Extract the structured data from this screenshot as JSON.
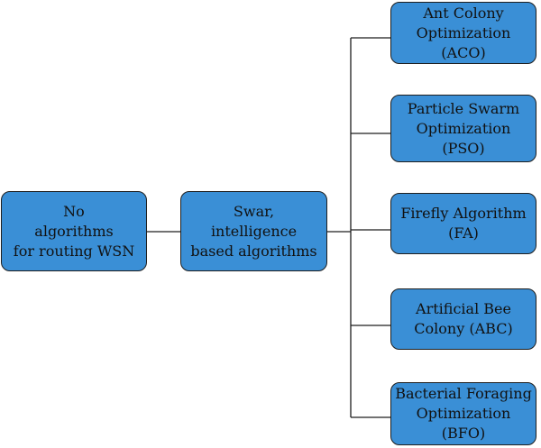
{
  "colors": {
    "node_fill": "#3a8fd6",
    "node_border": "#1e1e1e",
    "connector": "#1e1e1e",
    "text": "#111111"
  },
  "nodes": {
    "root": {
      "lines": [
        "No",
        "algorithms",
        "for routing WSN"
      ]
    },
    "swarm": {
      "lines": [
        "Swar,",
        "intelligence",
        "based algorithms"
      ]
    },
    "aco": {
      "lines": [
        "Ant Colony",
        "Optimization",
        "(ACO)"
      ]
    },
    "pso": {
      "lines": [
        "Particle Swarm",
        "Optimization",
        "(PSO)"
      ]
    },
    "fa": {
      "lines": [
        "Firefly Algorithm",
        "(FA)"
      ]
    },
    "abc": {
      "lines": [
        "Artificial Bee",
        "Colony (ABC)"
      ]
    },
    "bfo": {
      "lines": [
        "Bacterial Foraging",
        "Optimization",
        "(BFO)"
      ]
    }
  },
  "edges": [
    [
      "root",
      "swarm"
    ],
    [
      "swarm",
      "aco"
    ],
    [
      "swarm",
      "pso"
    ],
    [
      "swarm",
      "fa"
    ],
    [
      "swarm",
      "abc"
    ],
    [
      "swarm",
      "bfo"
    ]
  ]
}
